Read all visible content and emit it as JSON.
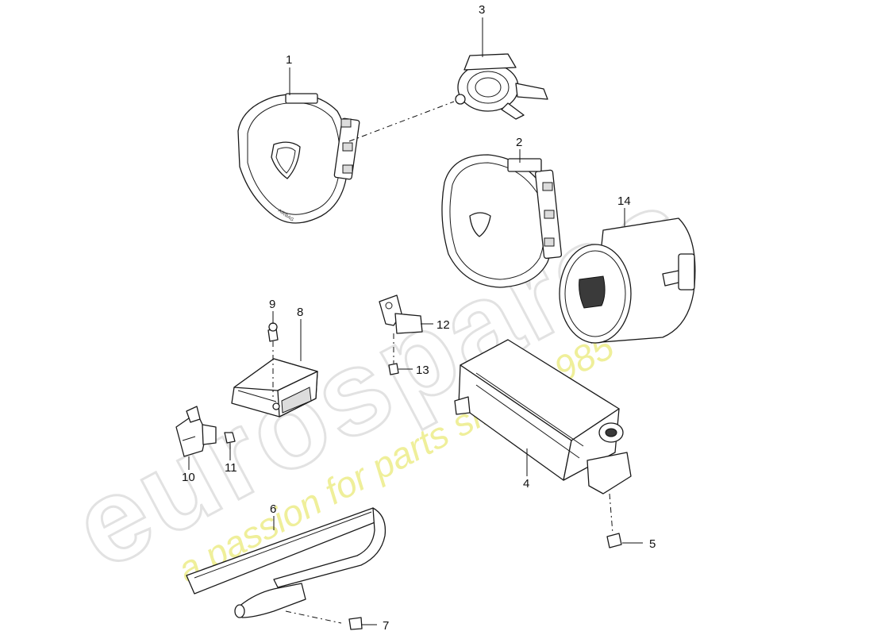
{
  "watermark": {
    "brand": "eurospares",
    "tagline": "a passion for parts since 1985"
  },
  "callouts": [
    {
      "id": "1",
      "label": "1"
    },
    {
      "id": "2",
      "label": "2"
    },
    {
      "id": "3",
      "label": "3"
    },
    {
      "id": "4",
      "label": "4"
    },
    {
      "id": "5",
      "label": "5"
    },
    {
      "id": "6",
      "label": "6"
    },
    {
      "id": "7",
      "label": "7"
    },
    {
      "id": "8",
      "label": "8"
    },
    {
      "id": "9",
      "label": "9"
    },
    {
      "id": "10",
      "label": "10"
    },
    {
      "id": "11",
      "label": "11"
    },
    {
      "id": "12",
      "label": "12"
    },
    {
      "id": "13",
      "label": "13"
    },
    {
      "id": "14",
      "label": "14"
    }
  ],
  "colors": {
    "line": "#1a1a1a",
    "watermark_outline": "#e2e2e2",
    "watermark_tagline": "#efef9a",
    "background": "#ffffff"
  }
}
